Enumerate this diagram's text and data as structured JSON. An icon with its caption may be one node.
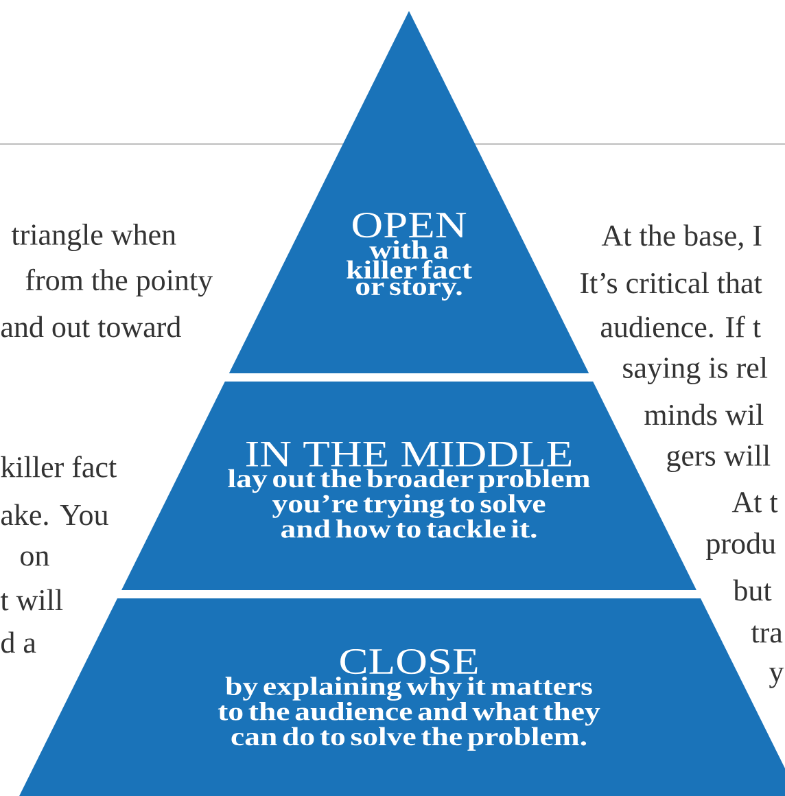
{
  "diagram": {
    "nodes": [
      {
        "text": [
          "OPEN",
          "with a killer fact or story."
        ]
      },
      {
        "text": [
          "IN THE MIDDLE",
          "lay out the broader problem you’re trying to solve and how to tackle it."
        ]
      },
      {
        "text": [
          "CLOSE",
          "by explaining why it matters to the audience and what they can do to solve the problem."
        ]
      }
    ],
    "labels": [
      "triangle when",
      "from the pointy",
      "and out toward",
      "killer fact",
      "ake. You",
      "on",
      "t will",
      "d a",
      "At the base, I",
      "It’s critical that",
      "audience. If t",
      "saying is rel",
      "minds wil",
      "gers will",
      "At t",
      "produ",
      "but",
      "tra",
      "y"
    ]
  }
}
